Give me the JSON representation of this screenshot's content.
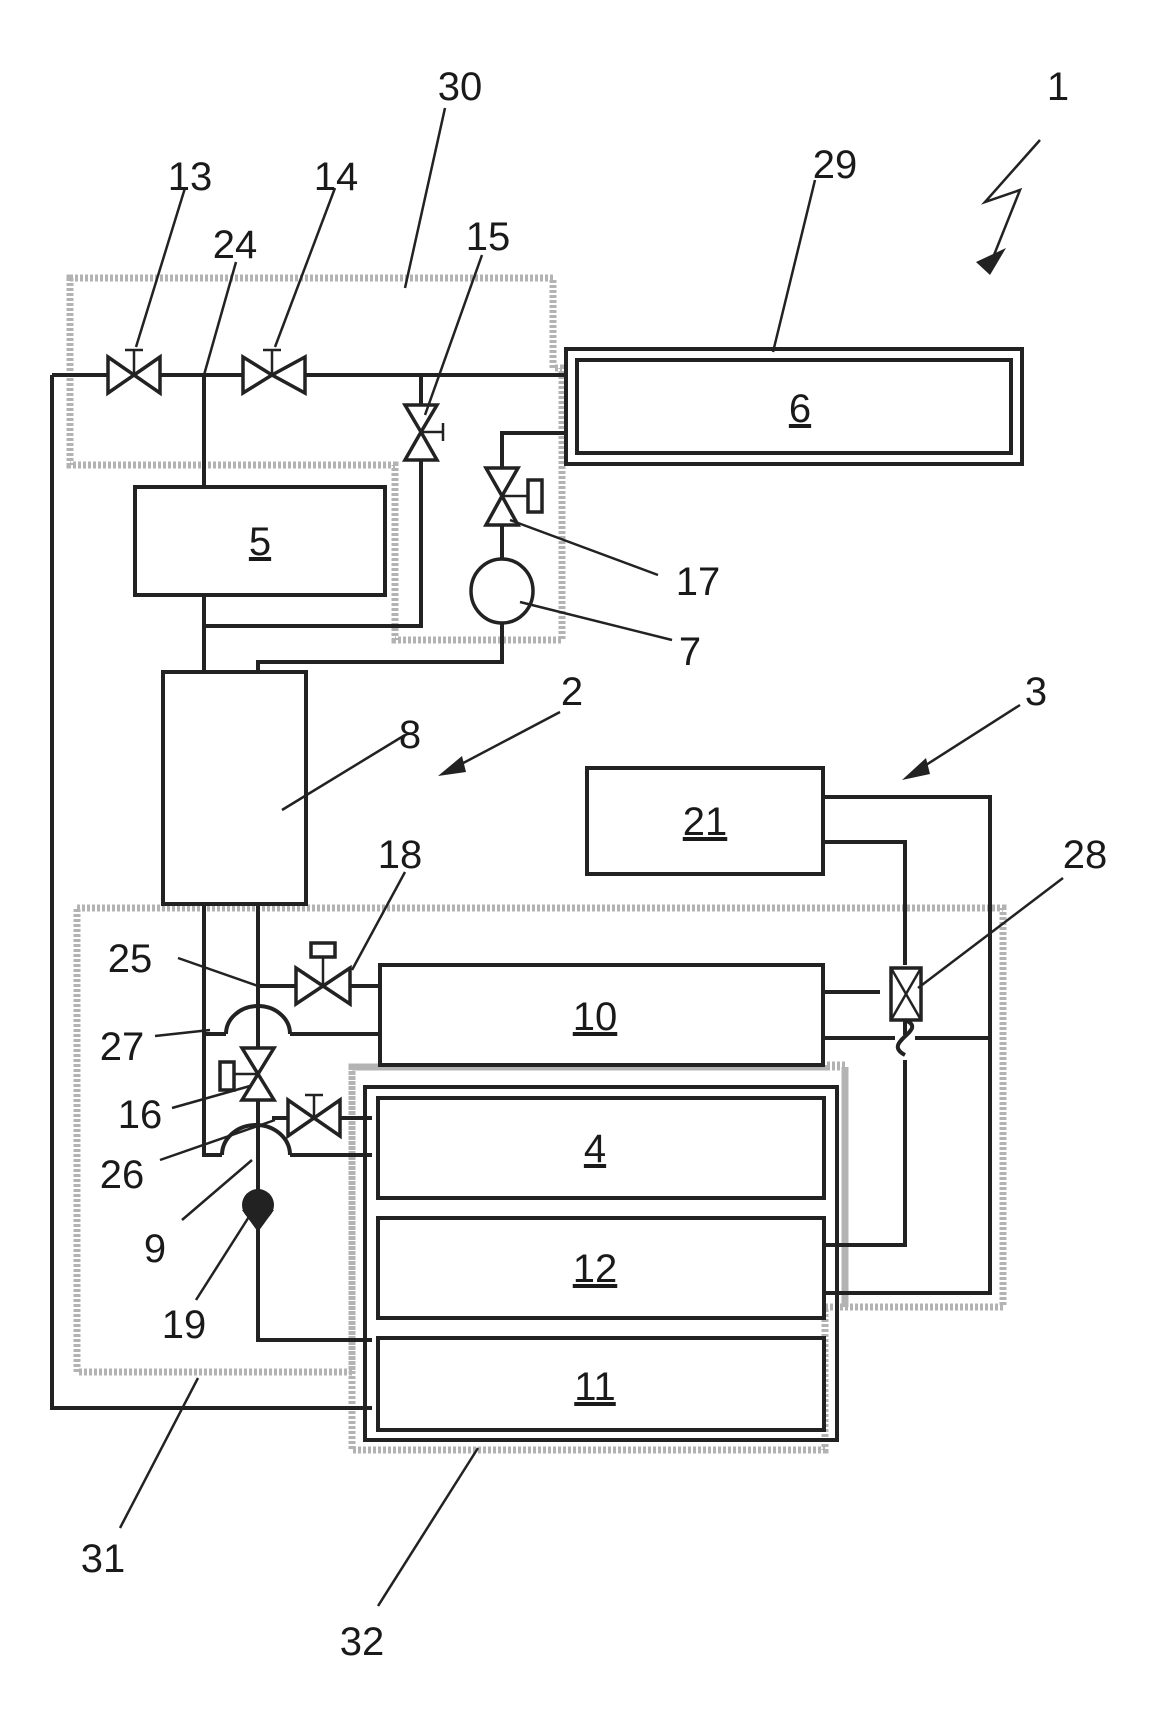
{
  "figure": {
    "components": {
      "c4": "4",
      "c5": "5",
      "c6": "6",
      "c10": "10",
      "c11": "11",
      "c12": "12",
      "c21": "21"
    },
    "references": {
      "r1": "1",
      "r2": "2",
      "r3": "3",
      "r7": "7",
      "r8": "8",
      "r9": "9",
      "r13": "13",
      "r14": "14",
      "r15": "15",
      "r16": "16",
      "r17": "17",
      "r18": "18",
      "r19": "19",
      "r24": "24",
      "r25": "25",
      "r26": "26",
      "r27": "27",
      "r28": "28",
      "r29": "29",
      "r30": "30",
      "r31": "31",
      "r32": "32"
    }
  },
  "colors": {
    "line": "#222222",
    "boundary_grey": "#b3b3b3",
    "background": "#ffffff"
  }
}
